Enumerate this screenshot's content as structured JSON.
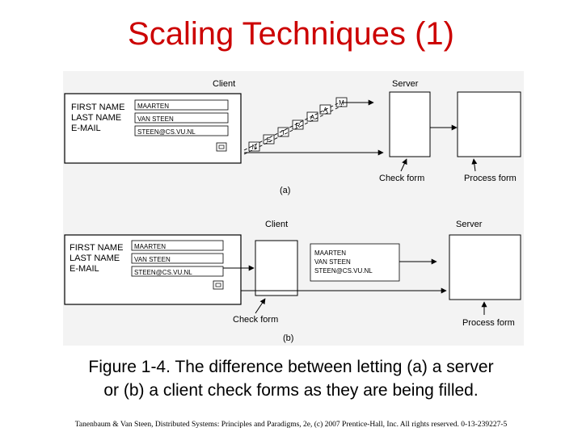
{
  "title": "Scaling Techniques (1)",
  "figure": {
    "a": {
      "client_label": "Client",
      "server_label": "Server",
      "form_labels": [
        "FIRST NAME",
        "LAST NAME",
        "E-MAIL"
      ],
      "form_values": [
        "MAARTEN",
        "VAN STEEN",
        "STEEN@CS.VU.NL"
      ],
      "char_boxes": [
        "M",
        "A",
        "A",
        "R",
        "T",
        "E",
        "N"
      ],
      "check_form": "Check form",
      "process_form": "Process form",
      "tag": "(a)"
    },
    "b": {
      "client_label": "Client",
      "server_label": "Server",
      "form_labels": [
        "FIRST NAME",
        "LAST NAME",
        "E-MAIL"
      ],
      "form_values": [
        "MAARTEN",
        "VAN STEEN",
        "STEEN@CS.VU.NL"
      ],
      "sent_values": [
        "MAARTEN",
        "VAN STEEN",
        "STEEN@CS.VU.NL"
      ],
      "check_form": "Check form",
      "process_form": "Process form",
      "tag": "(b)"
    }
  },
  "caption": {
    "line1": "Figure 1-4. The difference between letting (a) a server",
    "line2": "or (b) a client check forms as they are being filled."
  },
  "footer": "Tanenbaum & Van Steen, Distributed Systems: Principles and Paradigms, 2e, (c) 2007 Prentice-Hall, Inc. All rights reserved. 0-13-239227-5"
}
